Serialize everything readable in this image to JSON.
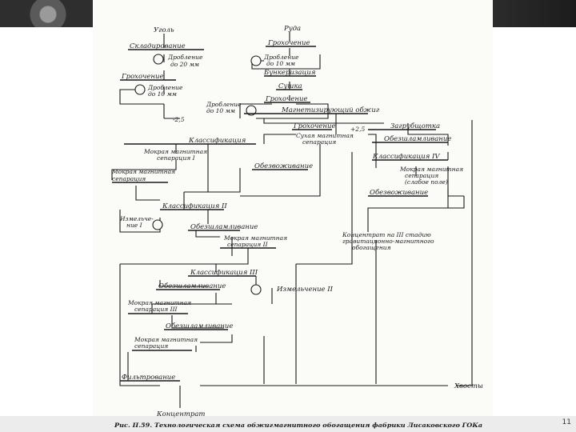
{
  "slide": {
    "page_number": "11"
  },
  "nodes": {
    "coal": "Уголь",
    "ore": "Руда",
    "stockpiling": "Складирование",
    "screening_ore": "Грохочение",
    "crushing_20": "Дробление",
    "crushing_20_size": "до 20 мм",
    "crushing_10_ore": "Дробление",
    "crushing_10_ore_size": "до 10 мм",
    "screening_coal": "Грохочение",
    "crushing_10_coal": "Дробление",
    "crushing_10_coal_size": "до 10 мм",
    "bunkering": "Бункеризация",
    "drying": "Сушка",
    "screening_2": "Грохочение",
    "crushing_final": "Дробление",
    "crushing_final_size": "до 10 мм",
    "size_minus": "-2,5",
    "magnetizing_roasting": "Магнетизирующий обжиг",
    "screening_3": "Грохочение",
    "size_plus": "+2,5",
    "dry_magnetic_sep": "Сухая магнитная",
    "dry_magnetic_sep_2": "сепарация",
    "ballast_cleaning": "Загрубщотка",
    "classification_1": "Классификация",
    "crushing_stage": "Обезшламливание",
    "wet_mag_sep_1": "Мокрая магнитная",
    "wet_mag_sep_1b": "сепарация I",
    "wet_mag_sep_main": "Мокрая магнитная",
    "wet_mag_sep_main_b": "сепарация",
    "deslime_1": "Обезвоживание",
    "classification_4": "Классификация IV",
    "wet_mag_weak": "Мокрая магнитная",
    "wet_mag_weak_b": "сепарация",
    "wet_mag_weak_c": "(слабое поле)",
    "dewatering_1": "Обезвоживание",
    "classification_2": "Классификация II",
    "grinding_1": "Измельче-",
    "grinding_1b": "ние I",
    "deslime_2": "Обезшламливание",
    "wet_mag_sep_2": "Мокрая магнитная",
    "wet_mag_sep_2b": "сепарация II",
    "concentrate_note_1": "Концентрат на III стадию",
    "concentrate_note_2": "гравитационно-магнитного",
    "concentrate_note_3": "обогащения",
    "classification_3": "Классификация III",
    "deslime_3": "Обезшламливание",
    "grinding_2": "Измельчение II",
    "wet_mag_sep_3": "Мокрая магнитная",
    "wet_mag_sep_3b": "сепарация III",
    "deslime_4": "Обезшламливание",
    "wet_mag_sep_4": "Мокрая магнитная",
    "wet_mag_sep_4b": "сепарация",
    "filtration": "Фильтрование",
    "tailings": "Хвосты",
    "concentrate": "Концентрат"
  },
  "caption": "Рис. II.59. Технологическая схема обжигмагнитного обогащения фабрики Лисаковского ГОКа"
}
